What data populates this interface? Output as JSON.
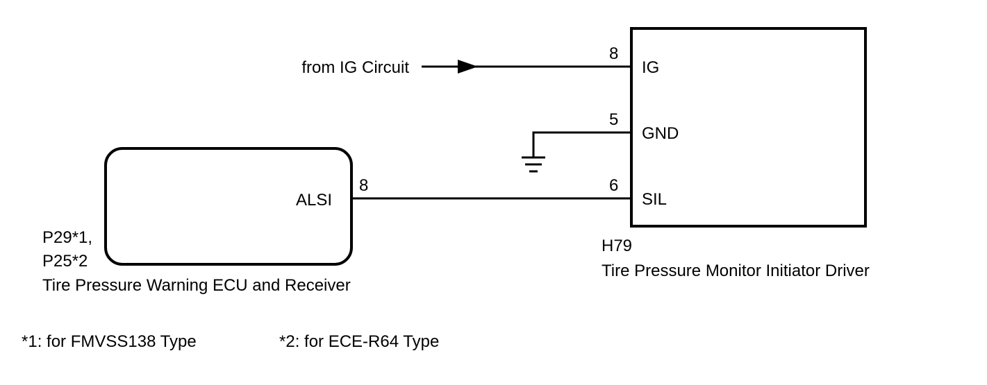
{
  "ecu": {
    "pin_label": "ALSI",
    "pin_number": "8",
    "code_line1": "P29*1,",
    "code_line2": "P25*2",
    "name": "Tire Pressure Warning ECU and Receiver"
  },
  "driver": {
    "code": "H79",
    "name": "Tire Pressure Monitor Initiator Driver",
    "pins": [
      {
        "label": "IG",
        "number": "8"
      },
      {
        "label": "GND",
        "number": "5"
      },
      {
        "label": "SIL",
        "number": "6"
      }
    ]
  },
  "ig_source": {
    "label": "from IG Circuit"
  },
  "footnotes": [
    "*1: for FMVSS138 Type",
    "*2: for ECE-R64 Type"
  ]
}
